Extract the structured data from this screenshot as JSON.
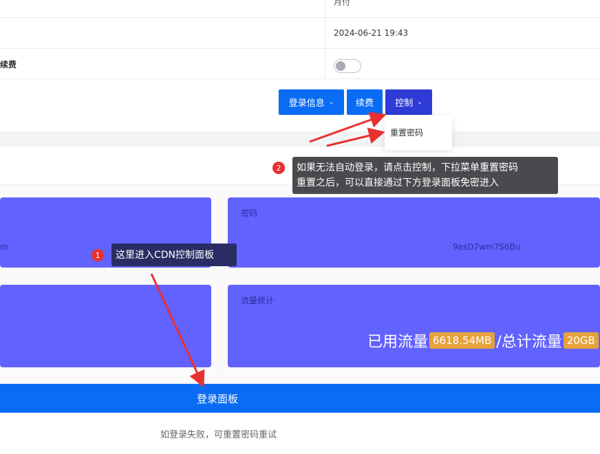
{
  "rows": {
    "row1_value": "月付",
    "row2_value": "2024-06-21 19:43",
    "row3_label": "续费"
  },
  "buttons": {
    "login_info": "登录信息",
    "renew": "续费",
    "control": "控制"
  },
  "dropdown": {
    "reset_password": "重置密码"
  },
  "cards": {
    "left_top_fragment": "m",
    "password_label": "密码",
    "password_value": "9esD7wm7S6Bu",
    "traffic_label": "流量统计",
    "used_label": "已用流量",
    "used_value": "6618.54MB",
    "total_label": "/总计流量",
    "total_value": "20GB"
  },
  "login_panel": {
    "label": "登录面板",
    "hint": "如登录失败，可重置密码重试"
  },
  "annotations": {
    "badge1": "1",
    "tip1": "这里进入CDN控制面板",
    "badge2": "2",
    "tip2_line1": "如果无法自动登录，请点击控制，下拉菜单重置密码",
    "tip2_line2": "重置之后，可以直接通过下方登录面板免密进入"
  },
  "colors": {
    "primary": "#0a6cf5",
    "card": "#6262ff",
    "badge": "#e6a23c",
    "arrow": "#e8312f"
  }
}
